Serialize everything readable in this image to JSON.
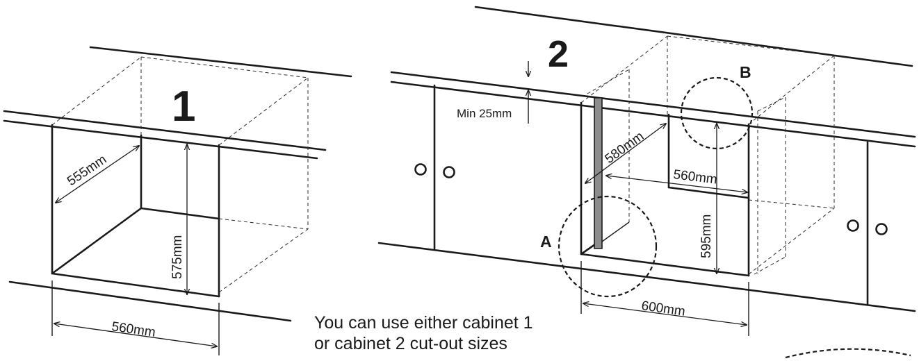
{
  "cabinet_1": {
    "number": "1",
    "depth": "555mm",
    "height": "575mm",
    "width": "560mm"
  },
  "cabinet_2": {
    "number": "2",
    "gap": "Min 25mm",
    "depth": "580mm",
    "inner_width": "560mm",
    "height": "595mm",
    "outer_width": "600mm",
    "callout_a": "A",
    "callout_b": "B"
  },
  "caption": {
    "line_1": "You can use either cabinet 1",
    "line_2": "or cabinet 2 cut-out sizes"
  }
}
